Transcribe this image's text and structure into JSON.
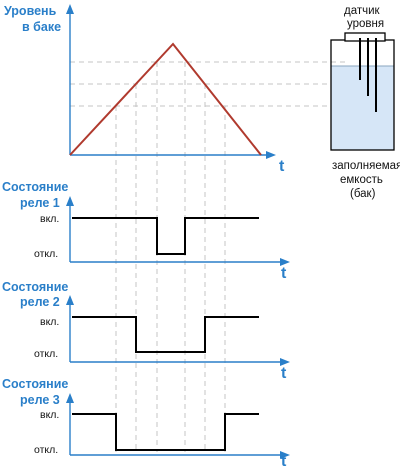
{
  "level_chart": {
    "title_line1": "Уровень",
    "title_line2": "в баке",
    "axis_label": "t"
  },
  "relays": [
    {
      "title_line1": "Состояние",
      "title_line2": "реле 1",
      "on_label": "вкл.",
      "off_label": "откл.",
      "axis_label": "t"
    },
    {
      "title_line1": "Состояние",
      "title_line2": "реле 2",
      "on_label": "вкл.",
      "off_label": "откл.",
      "axis_label": "t"
    },
    {
      "title_line1": "Состояние",
      "title_line2": "реле 3",
      "on_label": "вкл.",
      "off_label": "откл.",
      "axis_label": "t"
    }
  ],
  "tank": {
    "sensor_label_line1": "датчик",
    "sensor_label_line2": "уровня",
    "caption_line1": "заполняемая",
    "caption_line2": "емкость",
    "caption_line3": "(бак)"
  },
  "colors": {
    "axis": "#2a7fc9",
    "level_line": "#b03a2e",
    "relay_line": "#000000",
    "guide": "#c4c4c4",
    "liquid": "#d6e6f7"
  }
}
